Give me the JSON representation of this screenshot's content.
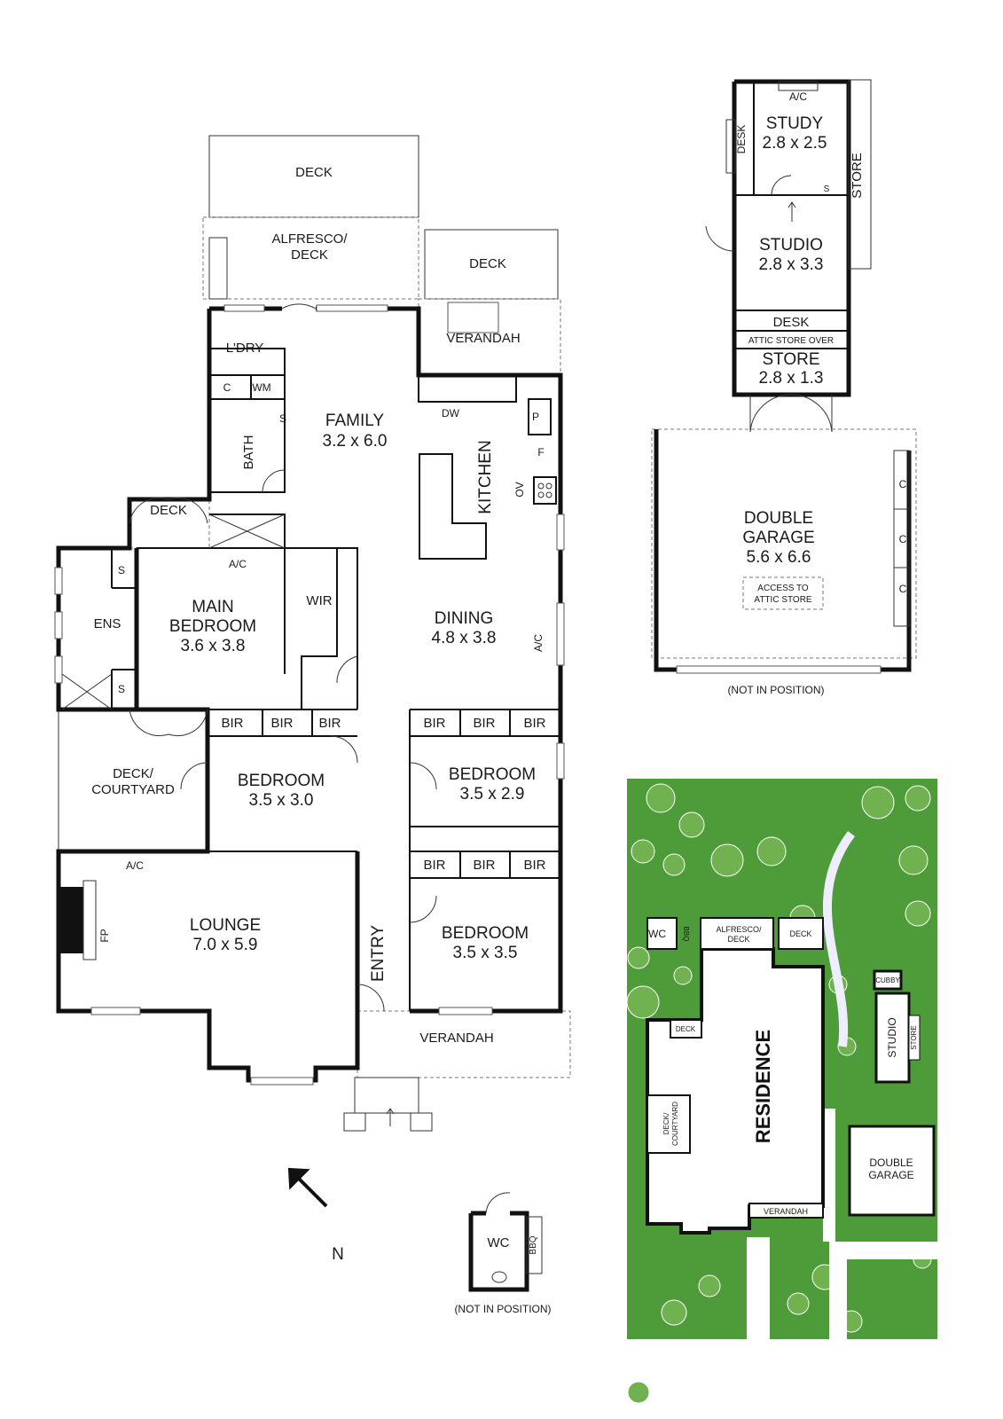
{
  "colors": {
    "wall": "#111111",
    "garden": "#4e9b3a",
    "tree": "#6fb24f"
  },
  "main_plan": {
    "deck_top": "DECK",
    "alfresco": [
      "ALFRESCO/",
      "DECK"
    ],
    "deck_right": "DECK",
    "verandah_rear": "VERANDAH",
    "laundry": "L'DRY",
    "c": "C",
    "wm": "WM",
    "s": "S",
    "bath": "BATH",
    "family": {
      "name": "FAMILY",
      "size": "3.2 x 6.0"
    },
    "dw": "DW",
    "kitchen": "KITCHEN",
    "p": "P",
    "f": "F",
    "ov": "OV",
    "deck_side": "DECK",
    "ac": "A/C",
    "ens": "ENS",
    "main_bedroom": {
      "line1": "MAIN",
      "line2": "BEDROOM",
      "size": "3.6 x 3.8"
    },
    "wir": "WIR",
    "dining": {
      "name": "DINING",
      "size": "4.8 x 3.8"
    },
    "bir": "BIR",
    "deck_courtyard": [
      "DECK/",
      "COURTYARD"
    ],
    "bedroom2": {
      "name": "BEDROOM",
      "size": "3.5 x 3.0"
    },
    "bedroom3": {
      "name": "BEDROOM",
      "size": "3.5 x 2.9"
    },
    "lounge": {
      "name": "LOUNGE",
      "size": "7.0 x 5.9"
    },
    "fp": "FP",
    "entry": "ENTRY",
    "bedroom4": {
      "name": "BEDROOM",
      "size": "3.5 x 3.5"
    },
    "verandah_front": "VERANDAH"
  },
  "north": "N",
  "wc_unit": {
    "wc": "WC",
    "bbq": "BBQ",
    "note": "(NOT IN POSITION)"
  },
  "studio_block": {
    "ac": "A/C",
    "desk_side": "DESK",
    "study": {
      "name": "STUDY",
      "size": "2.8 x 2.5"
    },
    "s": "S",
    "store_side": "STORE",
    "studio": {
      "name": "STUDIO",
      "size": "2.8 x 3.3"
    },
    "desk": "DESK",
    "attic": "ATTIC STORE OVER",
    "store": {
      "name": "STORE",
      "size": "2.8 x 1.3"
    }
  },
  "garage": {
    "line1": "DOUBLE",
    "line2": "GARAGE",
    "size": "5.6 x 6.6",
    "access": [
      "ACCESS TO",
      "ATTIC STORE"
    ],
    "c": "C",
    "note": "(NOT IN POSITION)"
  },
  "site_plan": {
    "wc": "WC",
    "bbq": "BBQ",
    "alfresco": [
      "ALFRESCO/",
      "DECK"
    ],
    "deck": "DECK",
    "cubby": "CUBBY",
    "deck_small": "DECK",
    "residence": "RESIDENCE",
    "studio": "STUDIO",
    "store": "STORE",
    "deck_courtyard": [
      "DECK/",
      "COURTYARD"
    ],
    "double_garage": [
      "DOUBLE",
      "GARAGE"
    ],
    "verandah": "VERANDAH"
  }
}
